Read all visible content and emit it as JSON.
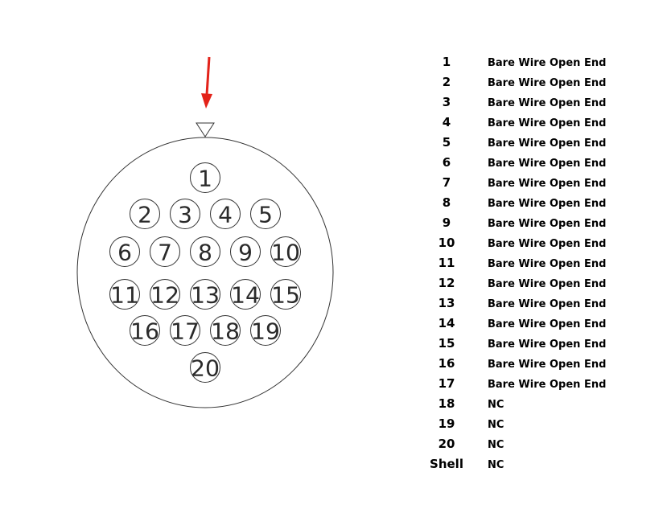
{
  "colors": {
    "arrow": "#e32219",
    "outline": "#333333",
    "background": "#ffffff"
  },
  "icons": {
    "arrow": "down-arrow-icon",
    "key": "triangle-key-icon"
  },
  "pins": [
    "1",
    "2",
    "3",
    "4",
    "5",
    "6",
    "7",
    "8",
    "9",
    "10",
    "11",
    "12",
    "13",
    "14",
    "15",
    "16",
    "17",
    "18",
    "19",
    "20"
  ],
  "pinout": [
    {
      "pin": "1",
      "desc": "Bare Wire Open End"
    },
    {
      "pin": "2",
      "desc": "Bare Wire Open End"
    },
    {
      "pin": "3",
      "desc": "Bare Wire Open End"
    },
    {
      "pin": "4",
      "desc": "Bare Wire Open End"
    },
    {
      "pin": "5",
      "desc": "Bare Wire Open End"
    },
    {
      "pin": "6",
      "desc": "Bare Wire Open End"
    },
    {
      "pin": "7",
      "desc": "Bare Wire Open End"
    },
    {
      "pin": "8",
      "desc": "Bare Wire Open End"
    },
    {
      "pin": "9",
      "desc": "Bare Wire Open End"
    },
    {
      "pin": "10",
      "desc": "Bare Wire Open End"
    },
    {
      "pin": "11",
      "desc": "Bare Wire Open End"
    },
    {
      "pin": "12",
      "desc": "Bare Wire Open End"
    },
    {
      "pin": "13",
      "desc": "Bare Wire Open End"
    },
    {
      "pin": "14",
      "desc": "Bare Wire Open End"
    },
    {
      "pin": "15",
      "desc": "Bare Wire Open End"
    },
    {
      "pin": "16",
      "desc": "Bare Wire Open End"
    },
    {
      "pin": "17",
      "desc": "Bare Wire Open End"
    },
    {
      "pin": "18",
      "desc": "NC"
    },
    {
      "pin": "19",
      "desc": "NC"
    },
    {
      "pin": "20",
      "desc": "NC"
    },
    {
      "pin": "Shell",
      "desc": "NC"
    }
  ]
}
